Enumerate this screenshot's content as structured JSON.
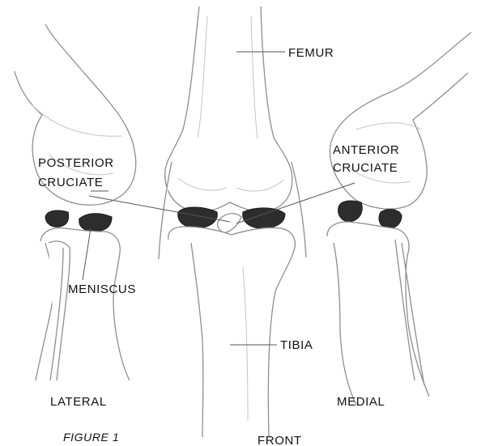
{
  "labels": {
    "femur": "FEMUR",
    "posterior_cruciate_line1": "POSTERIOR",
    "posterior_cruciate_line2": "CRUCIATE",
    "anterior_cruciate_line1": "ANTERIOR",
    "anterior_cruciate_line2": "CRUCIATE",
    "meniscus": "MENISCUS",
    "tibia": "TIBIA",
    "lateral": "LATERAL",
    "medial": "MEDIAL",
    "front": "FRONT",
    "figure_caption": "FIGURE 1"
  },
  "colors": {
    "bone_outline": "#8e8e8e",
    "cartilage": "#2d2d2d",
    "text": "#111111",
    "background": "#ffffff"
  }
}
